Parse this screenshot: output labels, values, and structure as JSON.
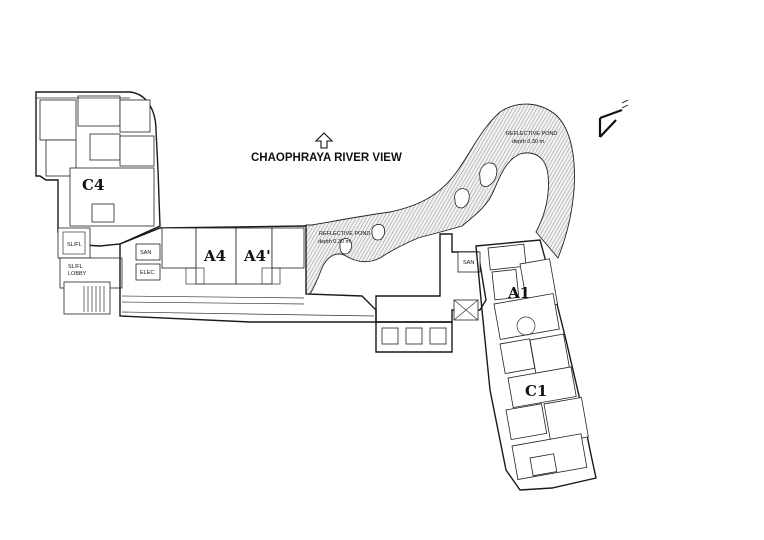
{
  "view_label": "CHAOPHRAYA RIVER VIEW",
  "units": {
    "c4": "C4",
    "a4": "A4",
    "a4p": "A4'",
    "a1": "A1",
    "c1": "C1"
  },
  "pond_upper": {
    "name": "REFLECTIVE POND",
    "depth": "depth 0.30 m."
  },
  "pond_lower": {
    "name": "REFLECTIVE POND",
    "depth": "depth 0.30 m."
  },
  "rooms": {
    "sl_fl": "SL/FL",
    "sl_fl_lobby_1": "SL/FL",
    "sl_fl_lobby_2": "LOBBY",
    "san_left": "SAN",
    "elec": "ELEC",
    "san_right": "SAN"
  }
}
